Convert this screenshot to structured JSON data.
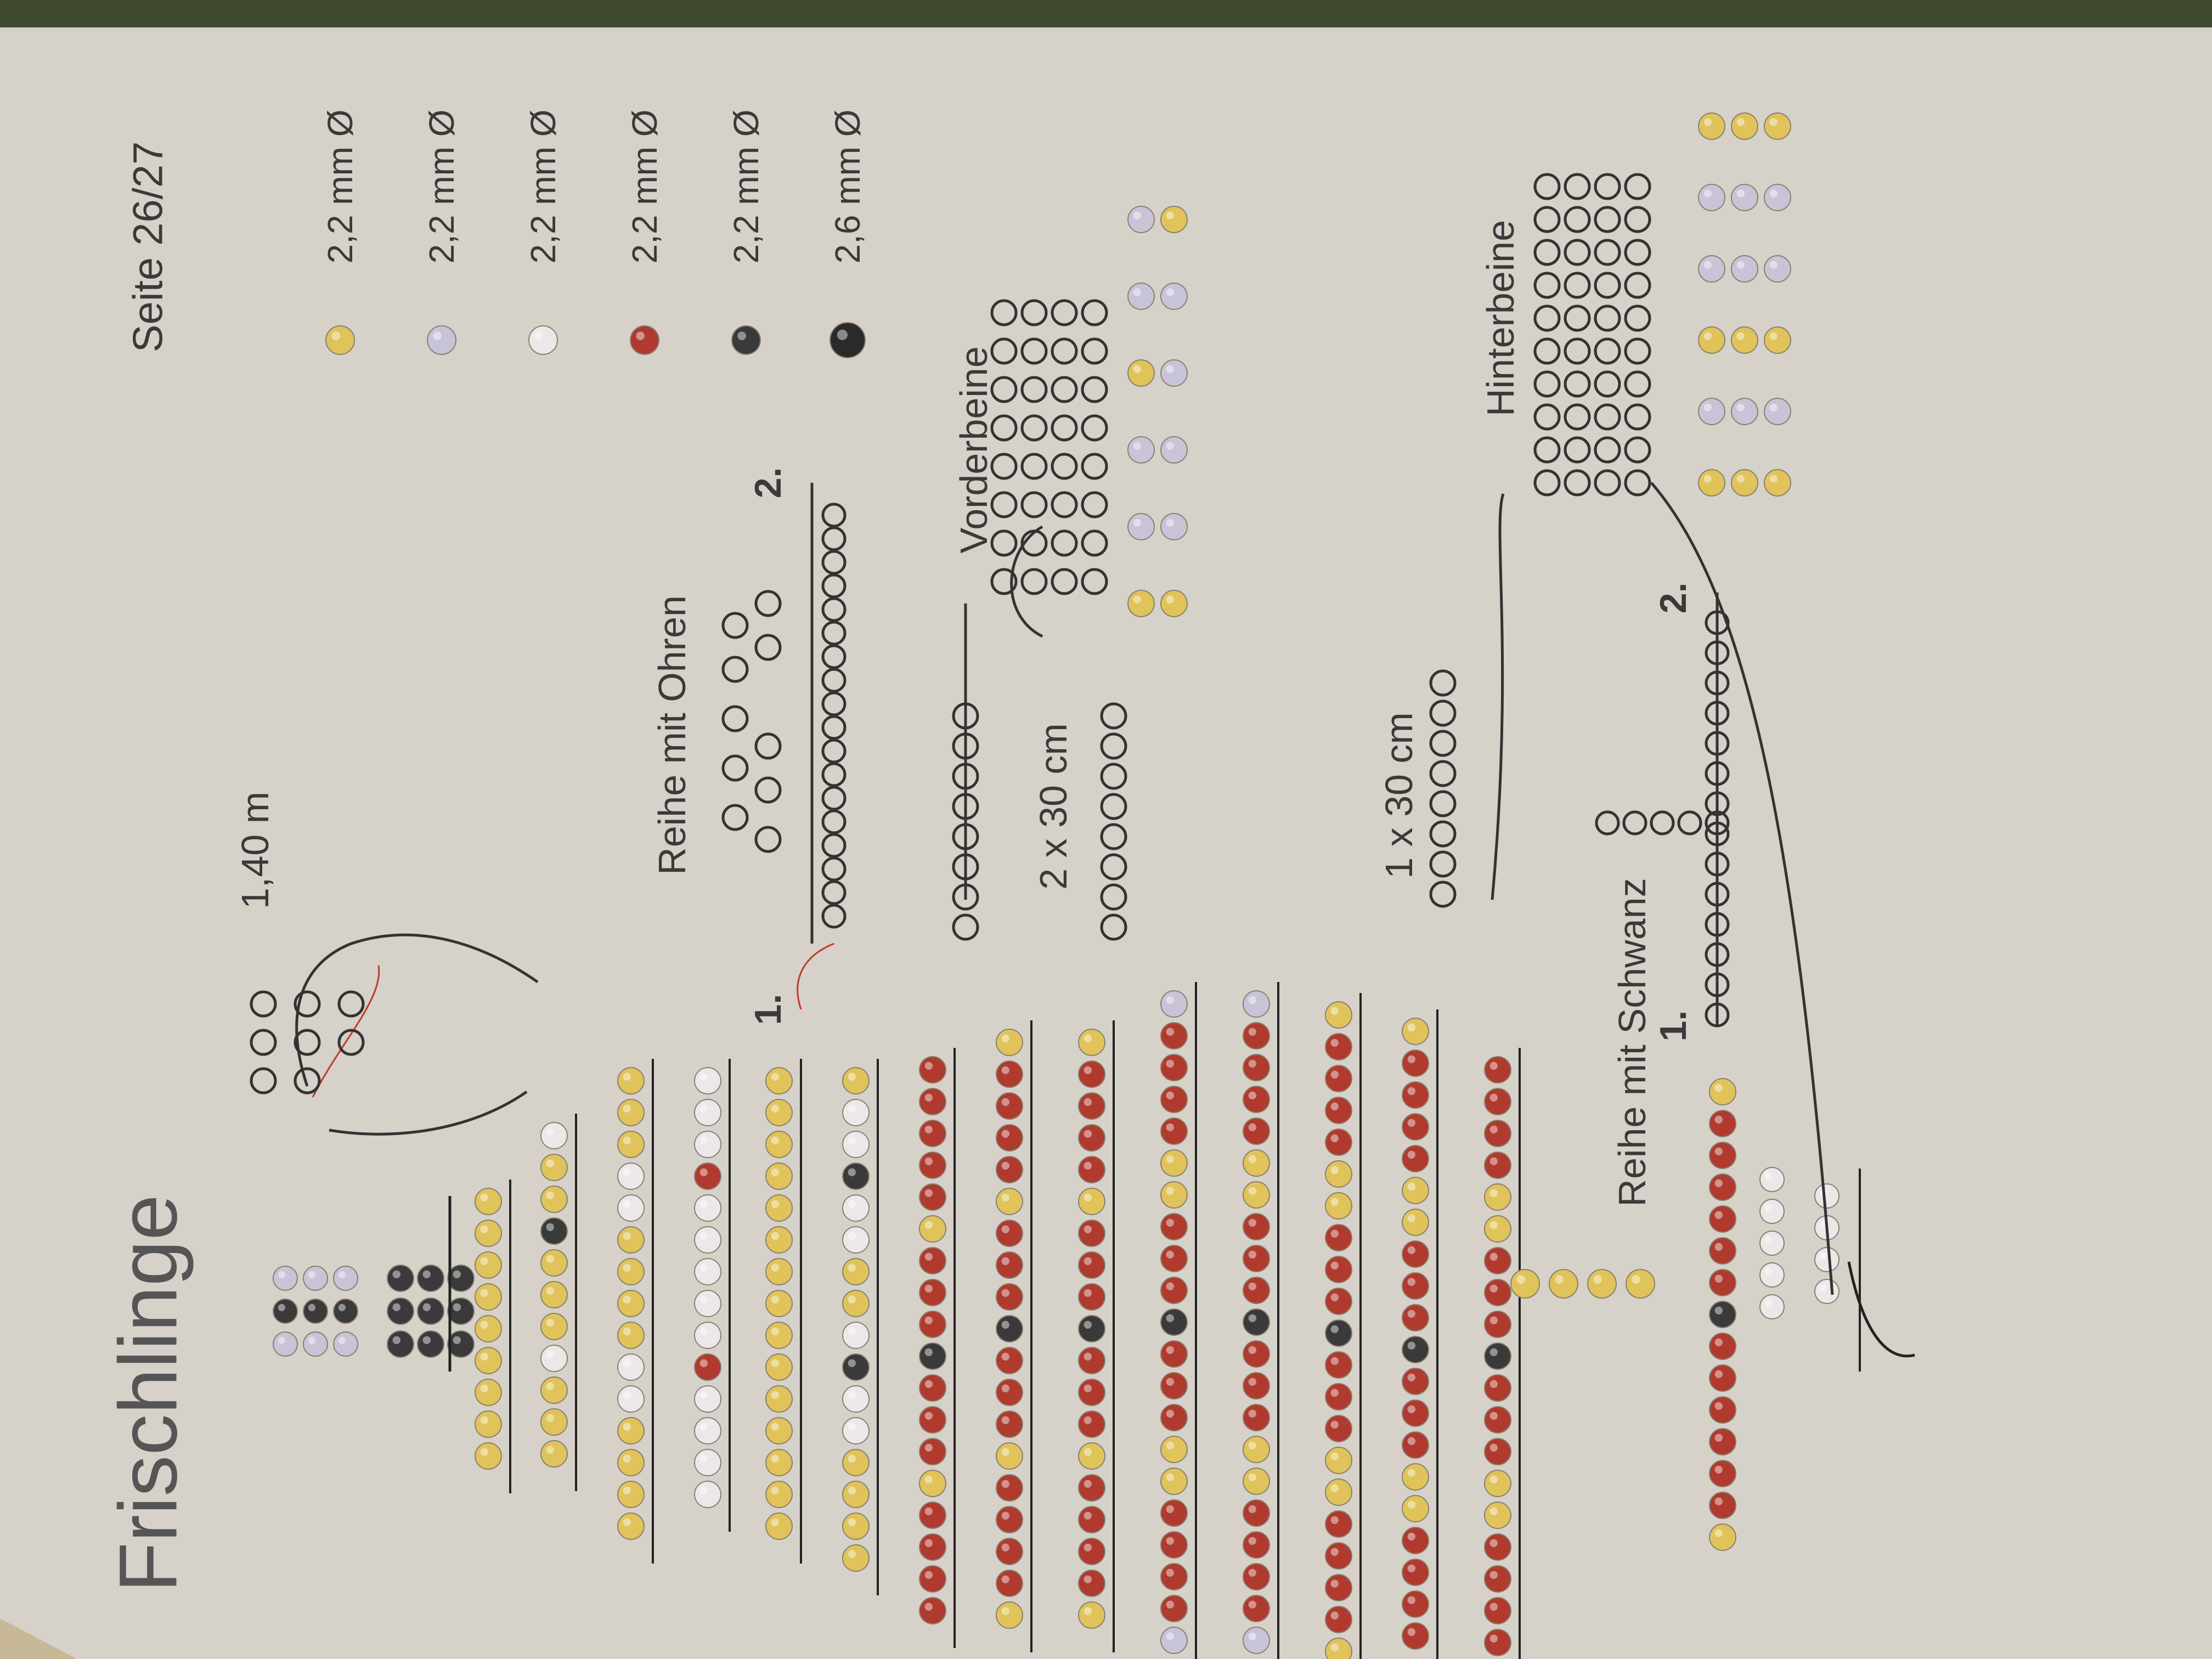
{
  "page": {
    "title": "Frischlinge",
    "page_ref": "Seite 26/27",
    "wire_length": "1,40 m"
  },
  "legend": [
    {
      "size": "2,2 mm Ø",
      "color": "#e0c35a"
    },
    {
      "size": "2,2 mm Ø",
      "color": "#c9c3d8"
    },
    {
      "size": "2,2 mm Ø",
      "color": "#ece8ea"
    },
    {
      "size": "2,2 mm Ø",
      "color": "#b03a2e"
    },
    {
      "size": "2,2 mm Ø",
      "color": "#3a3a3a"
    },
    {
      "size": "2,6 mm Ø",
      "color": "#2a2a2a"
    }
  ],
  "labels": {
    "ears_row": "Reihe mit Ohren",
    "front_legs": "Vorderbeine",
    "front_legs_len": "2 x 30 cm",
    "hind_legs": "Hinterbeine",
    "hind_legs_len": "1 x 30 cm",
    "tail_row": "Reihe mit Schwanz",
    "step1": "1.",
    "step2": "2.",
    "ellipsis": "..."
  }
}
